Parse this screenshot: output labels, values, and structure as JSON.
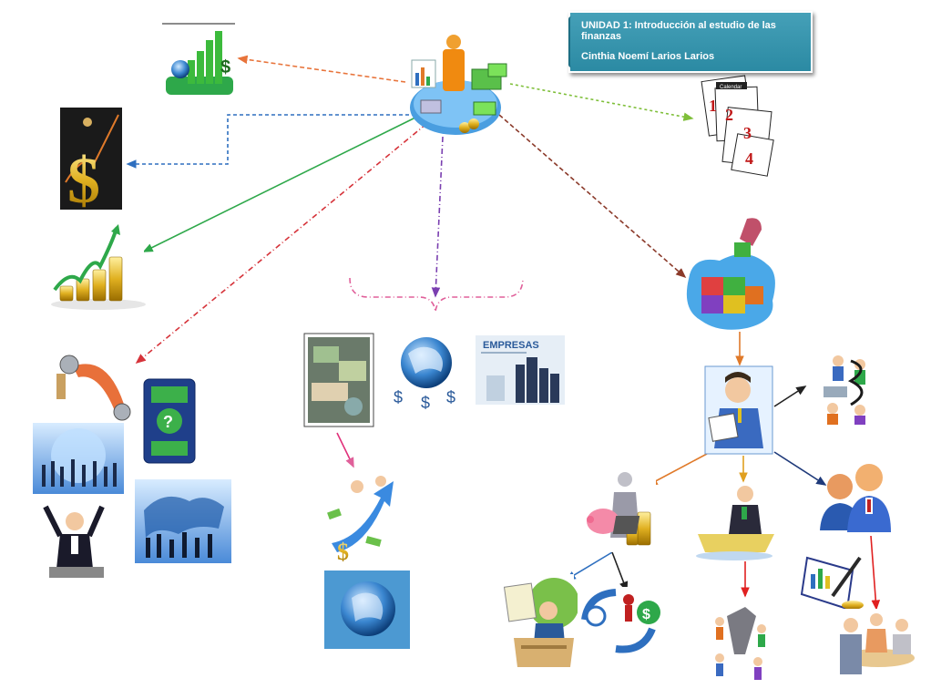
{
  "header": {
    "unit_title": "UNIDAD 1: Introducción al estudio de las finanzas",
    "author": "Cinthia Noemí Larios Larios"
  },
  "labels": {
    "empresas": "EMPRESAS",
    "calendar_tab": "Calendar",
    "calendar_numbers": [
      "1",
      "2",
      "3",
      "4"
    ],
    "dollar_sign": "$"
  },
  "colors": {
    "orange_arrow": "#e8743b",
    "blue_arrow": "#2e6fbf",
    "green_arrow": "#2ea84a",
    "red_arrow": "#d6333a",
    "purple_arrow": "#7a3fb0",
    "brown_arrow": "#8b3a2a",
    "lime_arrow": "#7fbf3a",
    "pink_brace": "#e0609a",
    "title_bg": "#2b8aa3"
  },
  "icons": [
    "finance-hub-icon",
    "money-growth-chart-icon",
    "golden-dollar-icon",
    "coin-stacks-growth-icon",
    "calendar-icon",
    "puzzle-hand-icon",
    "businessman-document-icon",
    "meeting-people-icon",
    "business-partners-icon",
    "piggy-bank-icon",
    "laptop-worker-icon",
    "chart-pen-icon",
    "accountant-icon",
    "money-cycle-icon",
    "team-network-icon",
    "business-meeting-icon",
    "wrench-bolt-icon",
    "question-card-icon",
    "world-business-icon",
    "celebrating-businessman-icon",
    "world-map-people-icon",
    "money-collage-icon",
    "globe-money-icon",
    "empresas-buildings-icon",
    "money-arrow-icon",
    "money-globe-icon"
  ]
}
